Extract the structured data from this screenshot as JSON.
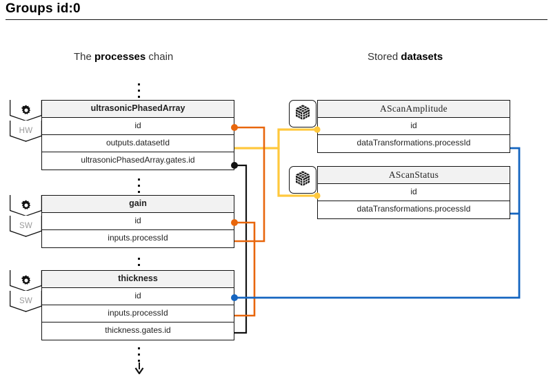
{
  "header": {
    "title": "Groups id:0"
  },
  "columns": {
    "processes": {
      "prefix": "The ",
      "emphasis": "processes",
      "suffix": " chain"
    },
    "datasets": {
      "prefix": "Stored ",
      "emphasis": "datasets",
      "suffix": ""
    }
  },
  "colors": {
    "orange": "#E8660C",
    "amber": "#FFC83D",
    "blue": "#1565C0",
    "black": "#111111",
    "header_fill": "#F2F2F2",
    "border": "#111111",
    "badge_text": "#9A9A9A"
  },
  "processes": [
    {
      "name": "ultrasonicPhasedArray",
      "type": "HW",
      "icon": "gear-icon",
      "fields": [
        "id",
        "outputs.datasetId",
        "ultrasonicPhasedArray.gates.id"
      ]
    },
    {
      "name": "gain",
      "type": "SW",
      "icon": "gear-icon",
      "fields": [
        "id",
        "inputs.processId"
      ]
    },
    {
      "name": "thickness",
      "type": "SW",
      "icon": "gear-icon",
      "fields": [
        "id",
        "inputs.processId",
        "thickness.gates.id"
      ]
    }
  ],
  "datasets": [
    {
      "name": "AScanAmplitude",
      "icon": "cube-icon",
      "fields": [
        "id",
        "dataTransformations.processId"
      ]
    },
    {
      "name": "AScanStatus",
      "icon": "cube-icon",
      "fields": [
        "id",
        "dataTransformations.processId"
      ]
    }
  ],
  "connections": [
    {
      "id": "orange-1",
      "color": "#E8660C",
      "from": "ultrasonicPhasedArray.id",
      "to": "gain.inputs.processId"
    },
    {
      "id": "orange-2",
      "color": "#E8660C",
      "from": "gain.id",
      "to": "thickness.inputs.processId"
    },
    {
      "id": "amber-1",
      "color": "#FFC83D",
      "from": "ultrasonicPhasedArray.outputs.datasetId",
      "to": "AScanAmplitude.id"
    },
    {
      "id": "amber-2",
      "color": "#FFC83D",
      "from": "ultrasonicPhasedArray.outputs.datasetId",
      "to": "AScanStatus.id"
    },
    {
      "id": "black-1",
      "color": "#111111",
      "from": "ultrasonicPhasedArray.gates.id",
      "to": "thickness.gates.id"
    },
    {
      "id": "blue-1",
      "color": "#1565C0",
      "from": "AScanAmplitude.dataTransformations.processId",
      "to": "thickness.id"
    },
    {
      "id": "blue-2",
      "color": "#1565C0",
      "from": "AScanStatus.dataTransformations.processId",
      "to": "thickness.id"
    }
  ]
}
